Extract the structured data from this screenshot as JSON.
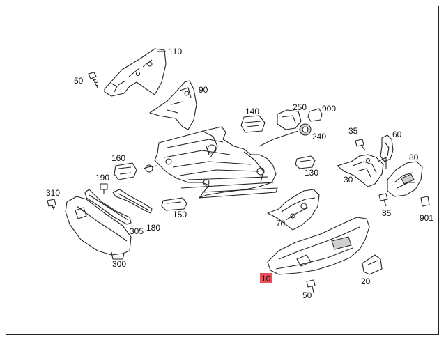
{
  "diagram": {
    "labels": {
      "p110": "110",
      "p50a": "50",
      "p90": "90",
      "p140": "140",
      "p250": "250",
      "p900": "900",
      "p240": "240",
      "p35": "35",
      "p60": "60",
      "p80": "80",
      "p160": "160",
      "p190": "190",
      "p130": "130",
      "p30": "30",
      "p310": "310",
      "p150": "150",
      "p85": "85",
      "p305": "305",
      "p180": "180",
      "p70": "70",
      "p901": "901",
      "p300": "300",
      "p10": "10",
      "p20": "20",
      "p50b": "50"
    },
    "highlight_color": "#e8505b"
  }
}
